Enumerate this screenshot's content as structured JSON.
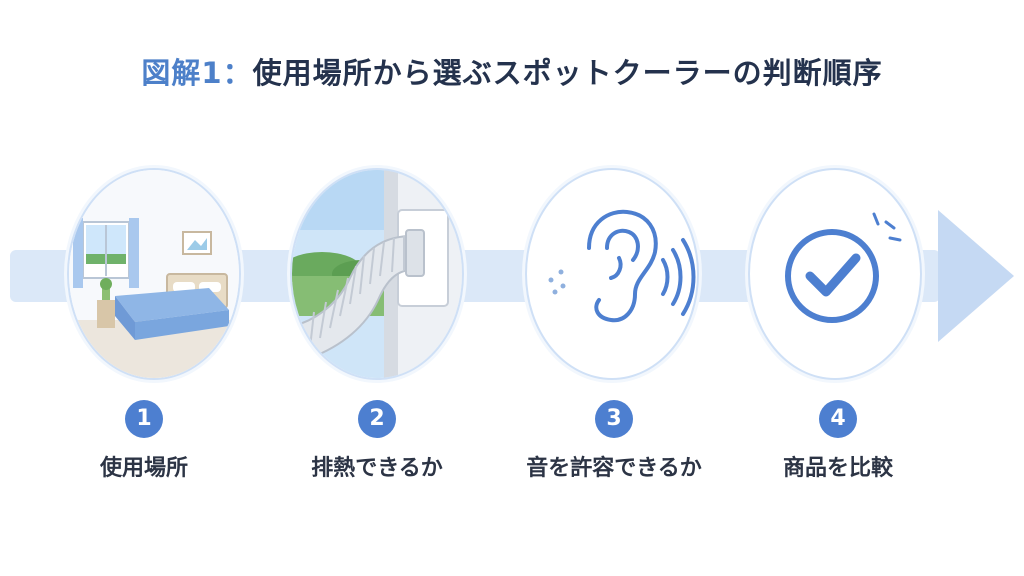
{
  "title": {
    "prefix": "図解1：",
    "text": "使用場所から選ぶスポットクーラーの判断順序"
  },
  "steps": [
    {
      "number": "1",
      "label": "使用場所",
      "icon": "bedroom-illustration"
    },
    {
      "number": "2",
      "label": "排熱できるか",
      "icon": "window-exhaust-hose-illustration"
    },
    {
      "number": "3",
      "label": "音を許容できるか",
      "icon": "ear-sound-icon"
    },
    {
      "number": "4",
      "label": "商品を比較",
      "icon": "check-circle-icon"
    }
  ],
  "colors": {
    "accent": "#4d7fd0",
    "arrow": "#dbe8f8",
    "title": "#24324d",
    "title_prefix": "#4d80c9"
  }
}
